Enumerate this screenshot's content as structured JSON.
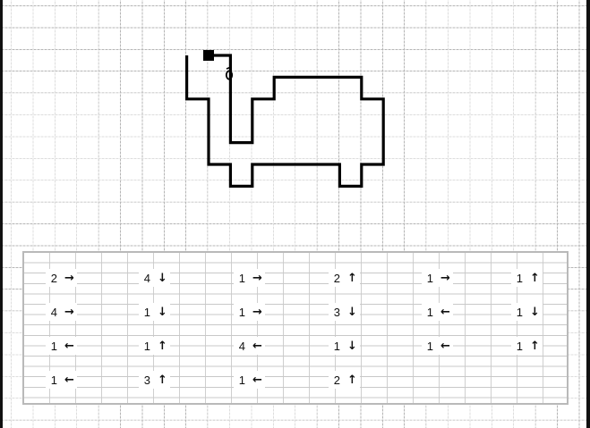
{
  "figure": {
    "colors": {
      "grid": "#a9a9a9",
      "outline": "#000000",
      "table_border": "#b9b9b9"
    },
    "start_marker": "filled-square",
    "eye_icon": "eye-icon",
    "path_steps": [
      {
        "count": 1,
        "dir": "right"
      },
      {
        "count": 4,
        "dir": "down"
      },
      {
        "count": 1,
        "dir": "right"
      },
      {
        "count": 2,
        "dir": "up"
      },
      {
        "count": 1,
        "dir": "right"
      },
      {
        "count": 1,
        "dir": "up"
      },
      {
        "count": 4,
        "dir": "right"
      },
      {
        "count": 1,
        "dir": "down"
      },
      {
        "count": 1,
        "dir": "right"
      },
      {
        "count": 3,
        "dir": "down"
      },
      {
        "count": 1,
        "dir": "left"
      },
      {
        "count": 1,
        "dir": "down"
      },
      {
        "count": 1,
        "dir": "left"
      },
      {
        "count": 1,
        "dir": "up"
      },
      {
        "count": 4,
        "dir": "left"
      },
      {
        "count": 1,
        "dir": "down"
      },
      {
        "count": 1,
        "dir": "left"
      },
      {
        "count": 1,
        "dir": "up"
      },
      {
        "count": 1,
        "dir": "left"
      },
      {
        "count": 3,
        "dir": "up"
      },
      {
        "count": 1,
        "dir": "left"
      },
      {
        "count": 2,
        "dir": "up"
      }
    ]
  },
  "table": {
    "rows": [
      [
        {
          "n": "2",
          "a": "→"
        },
        {
          "n": "4",
          "a": "↓"
        },
        {
          "n": "1",
          "a": "→"
        },
        {
          "n": "2",
          "a": "↑"
        },
        {
          "n": "1",
          "a": "→"
        },
        {
          "n": "1",
          "a": "↑"
        }
      ],
      [
        {
          "n": "4",
          "a": "→"
        },
        {
          "n": "1",
          "a": "↓"
        },
        {
          "n": "1",
          "a": "→"
        },
        {
          "n": "3",
          "a": "↓"
        },
        {
          "n": "1",
          "a": "←"
        },
        {
          "n": "1",
          "a": "↓"
        }
      ],
      [
        {
          "n": "1",
          "a": "←"
        },
        {
          "n": "1",
          "a": "↑"
        },
        {
          "n": "4",
          "a": "←"
        },
        {
          "n": "1",
          "a": "↓"
        },
        {
          "n": "1",
          "a": "←"
        },
        {
          "n": "1",
          "a": "↑"
        }
      ],
      [
        {
          "n": "1",
          "a": "←"
        },
        {
          "n": "3",
          "a": "↑"
        },
        {
          "n": "1",
          "a": "←"
        },
        {
          "n": "2",
          "a": "↑"
        }
      ]
    ]
  }
}
